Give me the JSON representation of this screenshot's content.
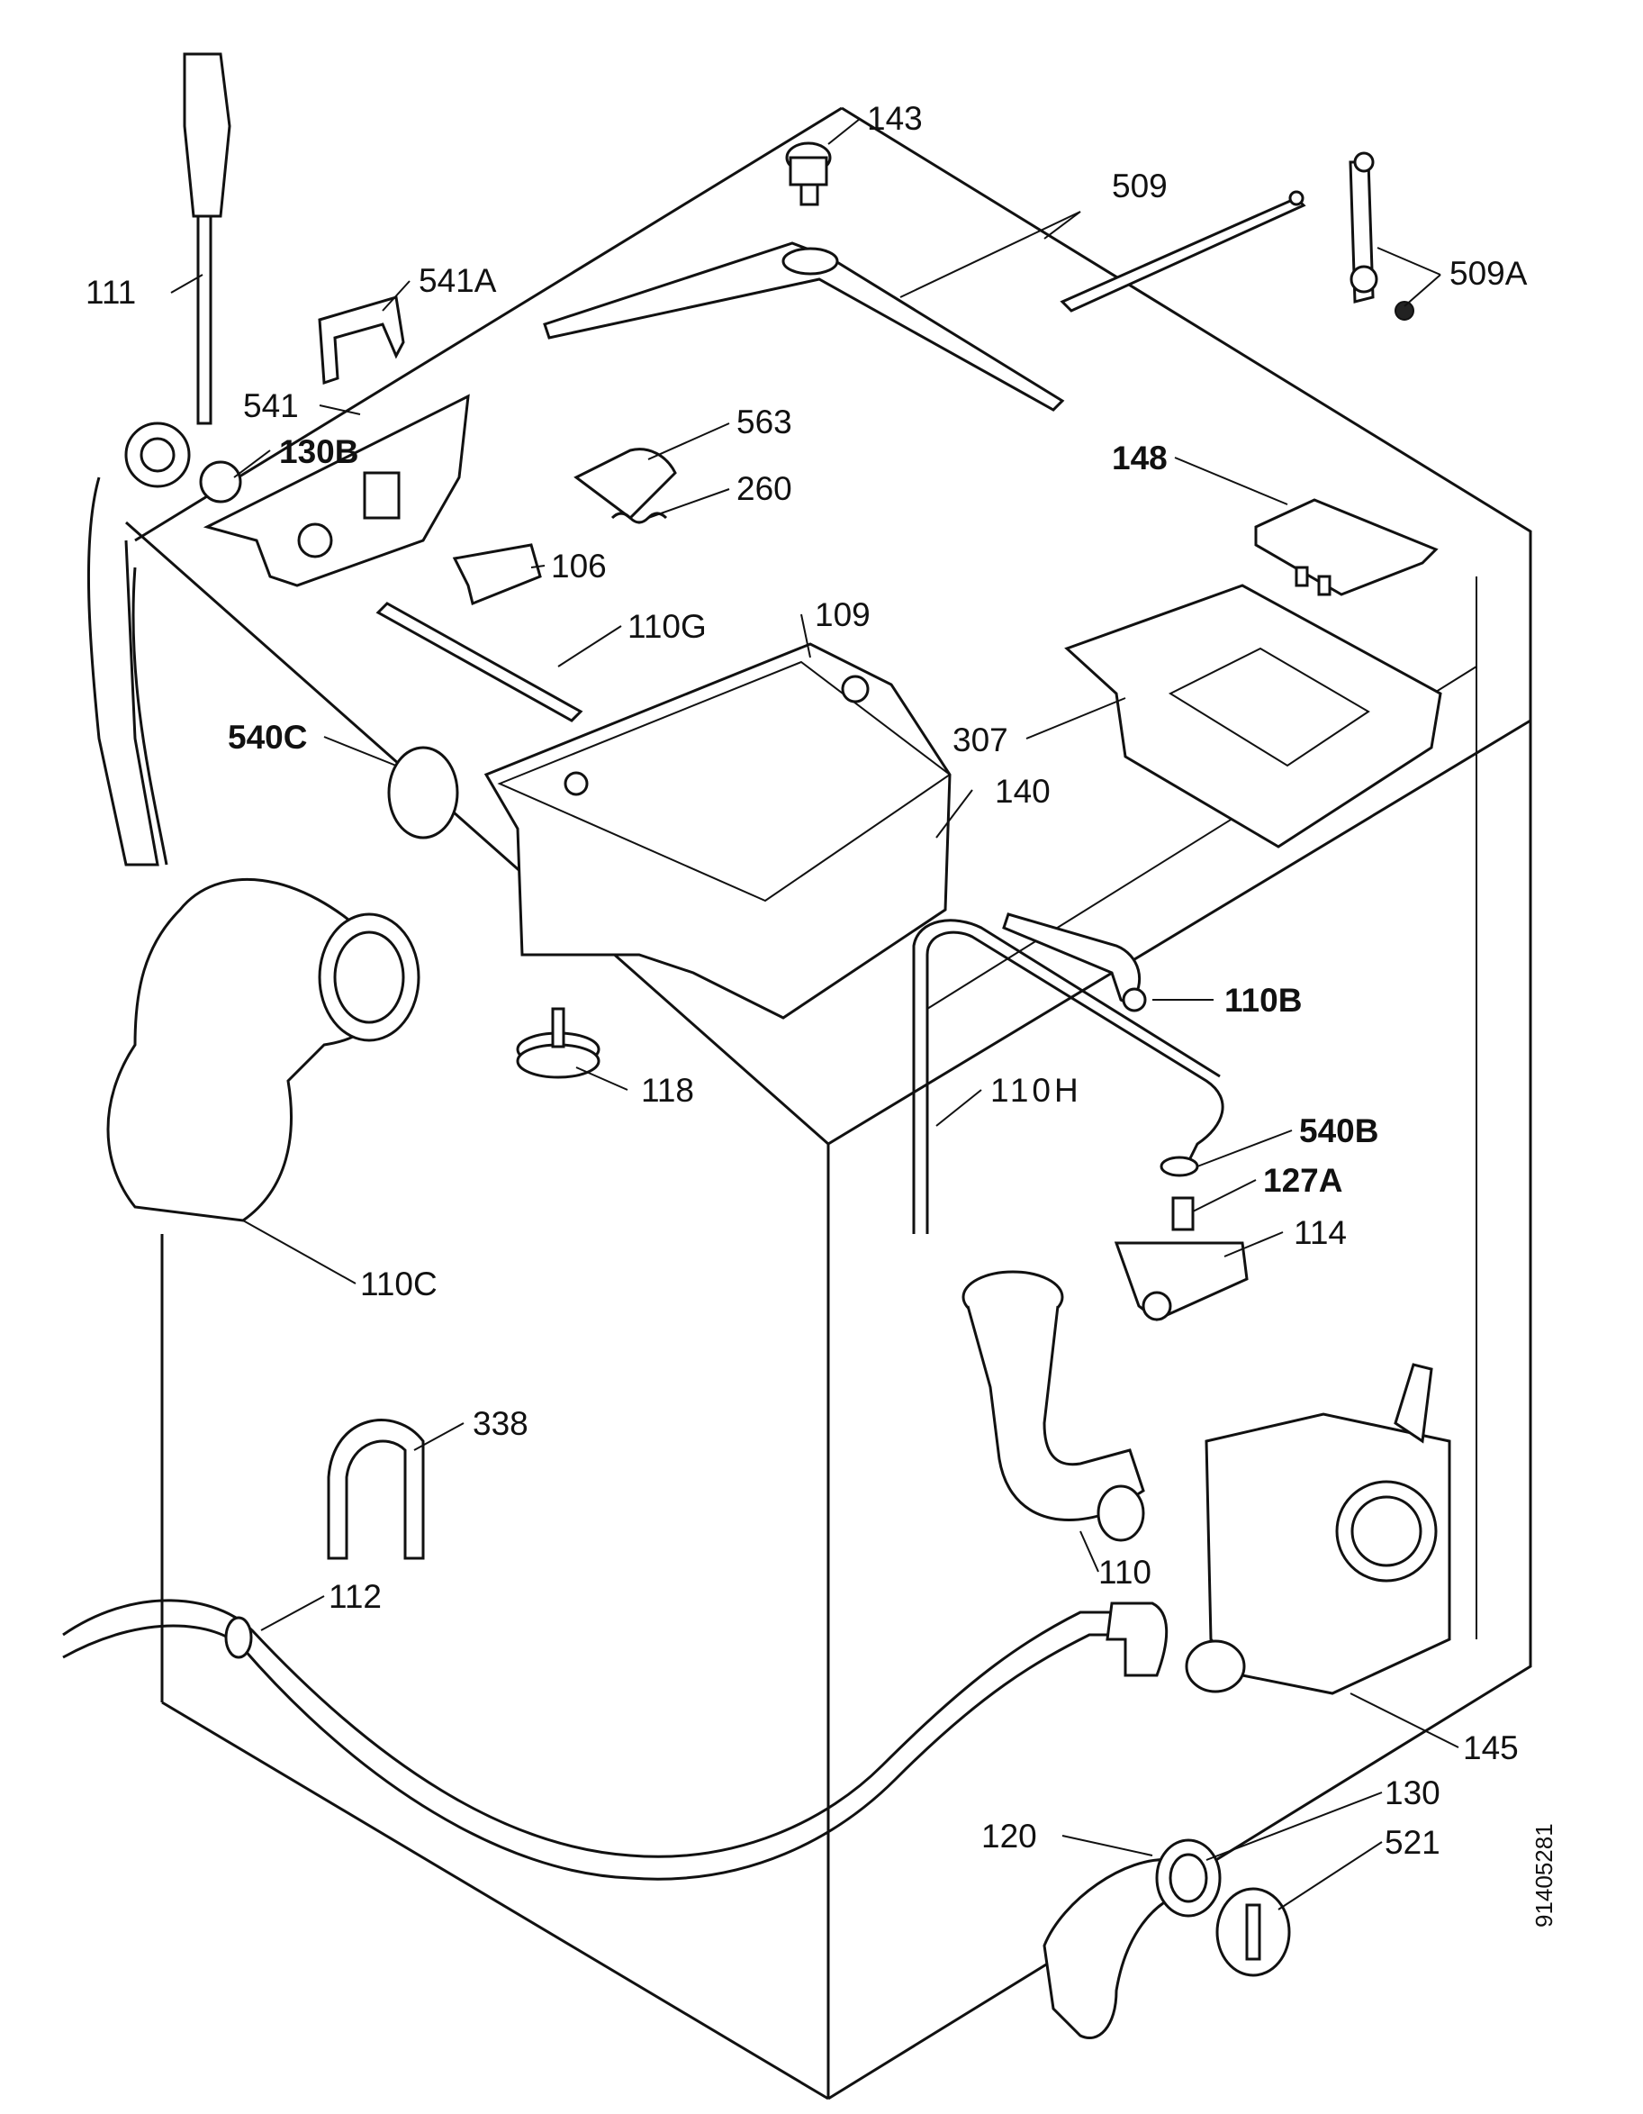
{
  "parts": [
    {
      "id": "p143",
      "label": "143"
    },
    {
      "id": "p509",
      "label": "509"
    },
    {
      "id": "p509a",
      "label": "509A"
    },
    {
      "id": "p111",
      "label": "111"
    },
    {
      "id": "p541a",
      "label": "541A"
    },
    {
      "id": "p541",
      "label": "541"
    },
    {
      "id": "p130b",
      "label": "130B"
    },
    {
      "id": "p563",
      "label": "563"
    },
    {
      "id": "p260",
      "label": "260"
    },
    {
      "id": "p148",
      "label": "148"
    },
    {
      "id": "p106",
      "label": "106"
    },
    {
      "id": "p110g",
      "label": "110G"
    },
    {
      "id": "p109",
      "label": "109"
    },
    {
      "id": "p540c",
      "label": "540C"
    },
    {
      "id": "p307",
      "label": "307"
    },
    {
      "id": "p140",
      "label": "140"
    },
    {
      "id": "p110b",
      "label": "110B"
    },
    {
      "id": "p118",
      "label": "118"
    },
    {
      "id": "p110h",
      "label": "110H"
    },
    {
      "id": "p540b",
      "label": "540B"
    },
    {
      "id": "p127a",
      "label": "127A"
    },
    {
      "id": "p114",
      "label": "114"
    },
    {
      "id": "p110c",
      "label": "110C"
    },
    {
      "id": "p338",
      "label": "338"
    },
    {
      "id": "p110",
      "label": "110"
    },
    {
      "id": "p112",
      "label": "112"
    },
    {
      "id": "p145",
      "label": "145"
    },
    {
      "id": "p130",
      "label": "130"
    },
    {
      "id": "p120",
      "label": "120"
    },
    {
      "id": "p521",
      "label": "521"
    }
  ],
  "document_code": "91405281"
}
